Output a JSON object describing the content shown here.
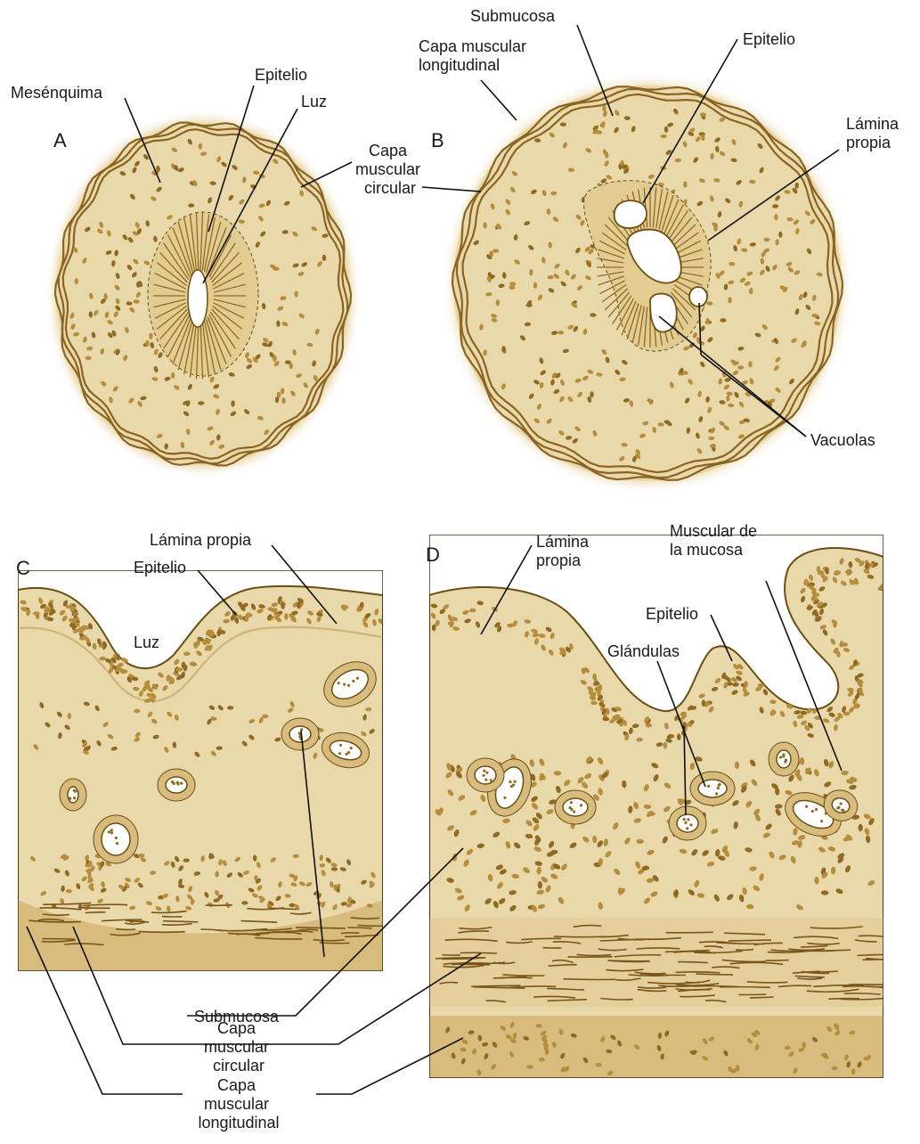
{
  "panels": {
    "a": "A",
    "b": "B",
    "c": "C",
    "d": "D"
  },
  "labels": {
    "a_mesenquima": "Mesénquima",
    "a_epitelio": "Epitelio",
    "a_luz": "Luz",
    "ab_capa_muscular_circular": [
      "Capa",
      "muscular",
      "circular"
    ],
    "b_submucosa": "Submucosa",
    "b_capa_muscular_longitudinal": [
      "Capa muscular",
      "longitudinal"
    ],
    "b_epitelio": "Epitelio",
    "b_lamina_propia": [
      "Lámina",
      "propia"
    ],
    "b_vacuolas": "Vacuolas",
    "c_lamina_propia": "Lámina propia",
    "c_epitelio": "Epitelio",
    "c_luz": "Luz",
    "d_lamina_propia": [
      "Lámina",
      "propia"
    ],
    "d_muscular_de_la_mucosa": [
      "Muscular de",
      "la mucosa"
    ],
    "d_epitelio": "Epitelio",
    "d_glandulas": "Glándulas",
    "cd_submucosa": "Submucosa",
    "cd_capa_muscular_circular": [
      "Capa",
      "muscular",
      "circular"
    ],
    "cd_capa_muscular_longitudinal": [
      "Capa",
      "muscular",
      "longitudinal"
    ]
  },
  "colors": {
    "tissue_fill": "#e9d8aa",
    "tissue_light": "#f1e5c4",
    "outline": "#6b4f12",
    "cell": "#b58d3c",
    "cell_dark": "#8f6a22",
    "muscle": "#8a6420",
    "band": "#d7bc7d"
  }
}
